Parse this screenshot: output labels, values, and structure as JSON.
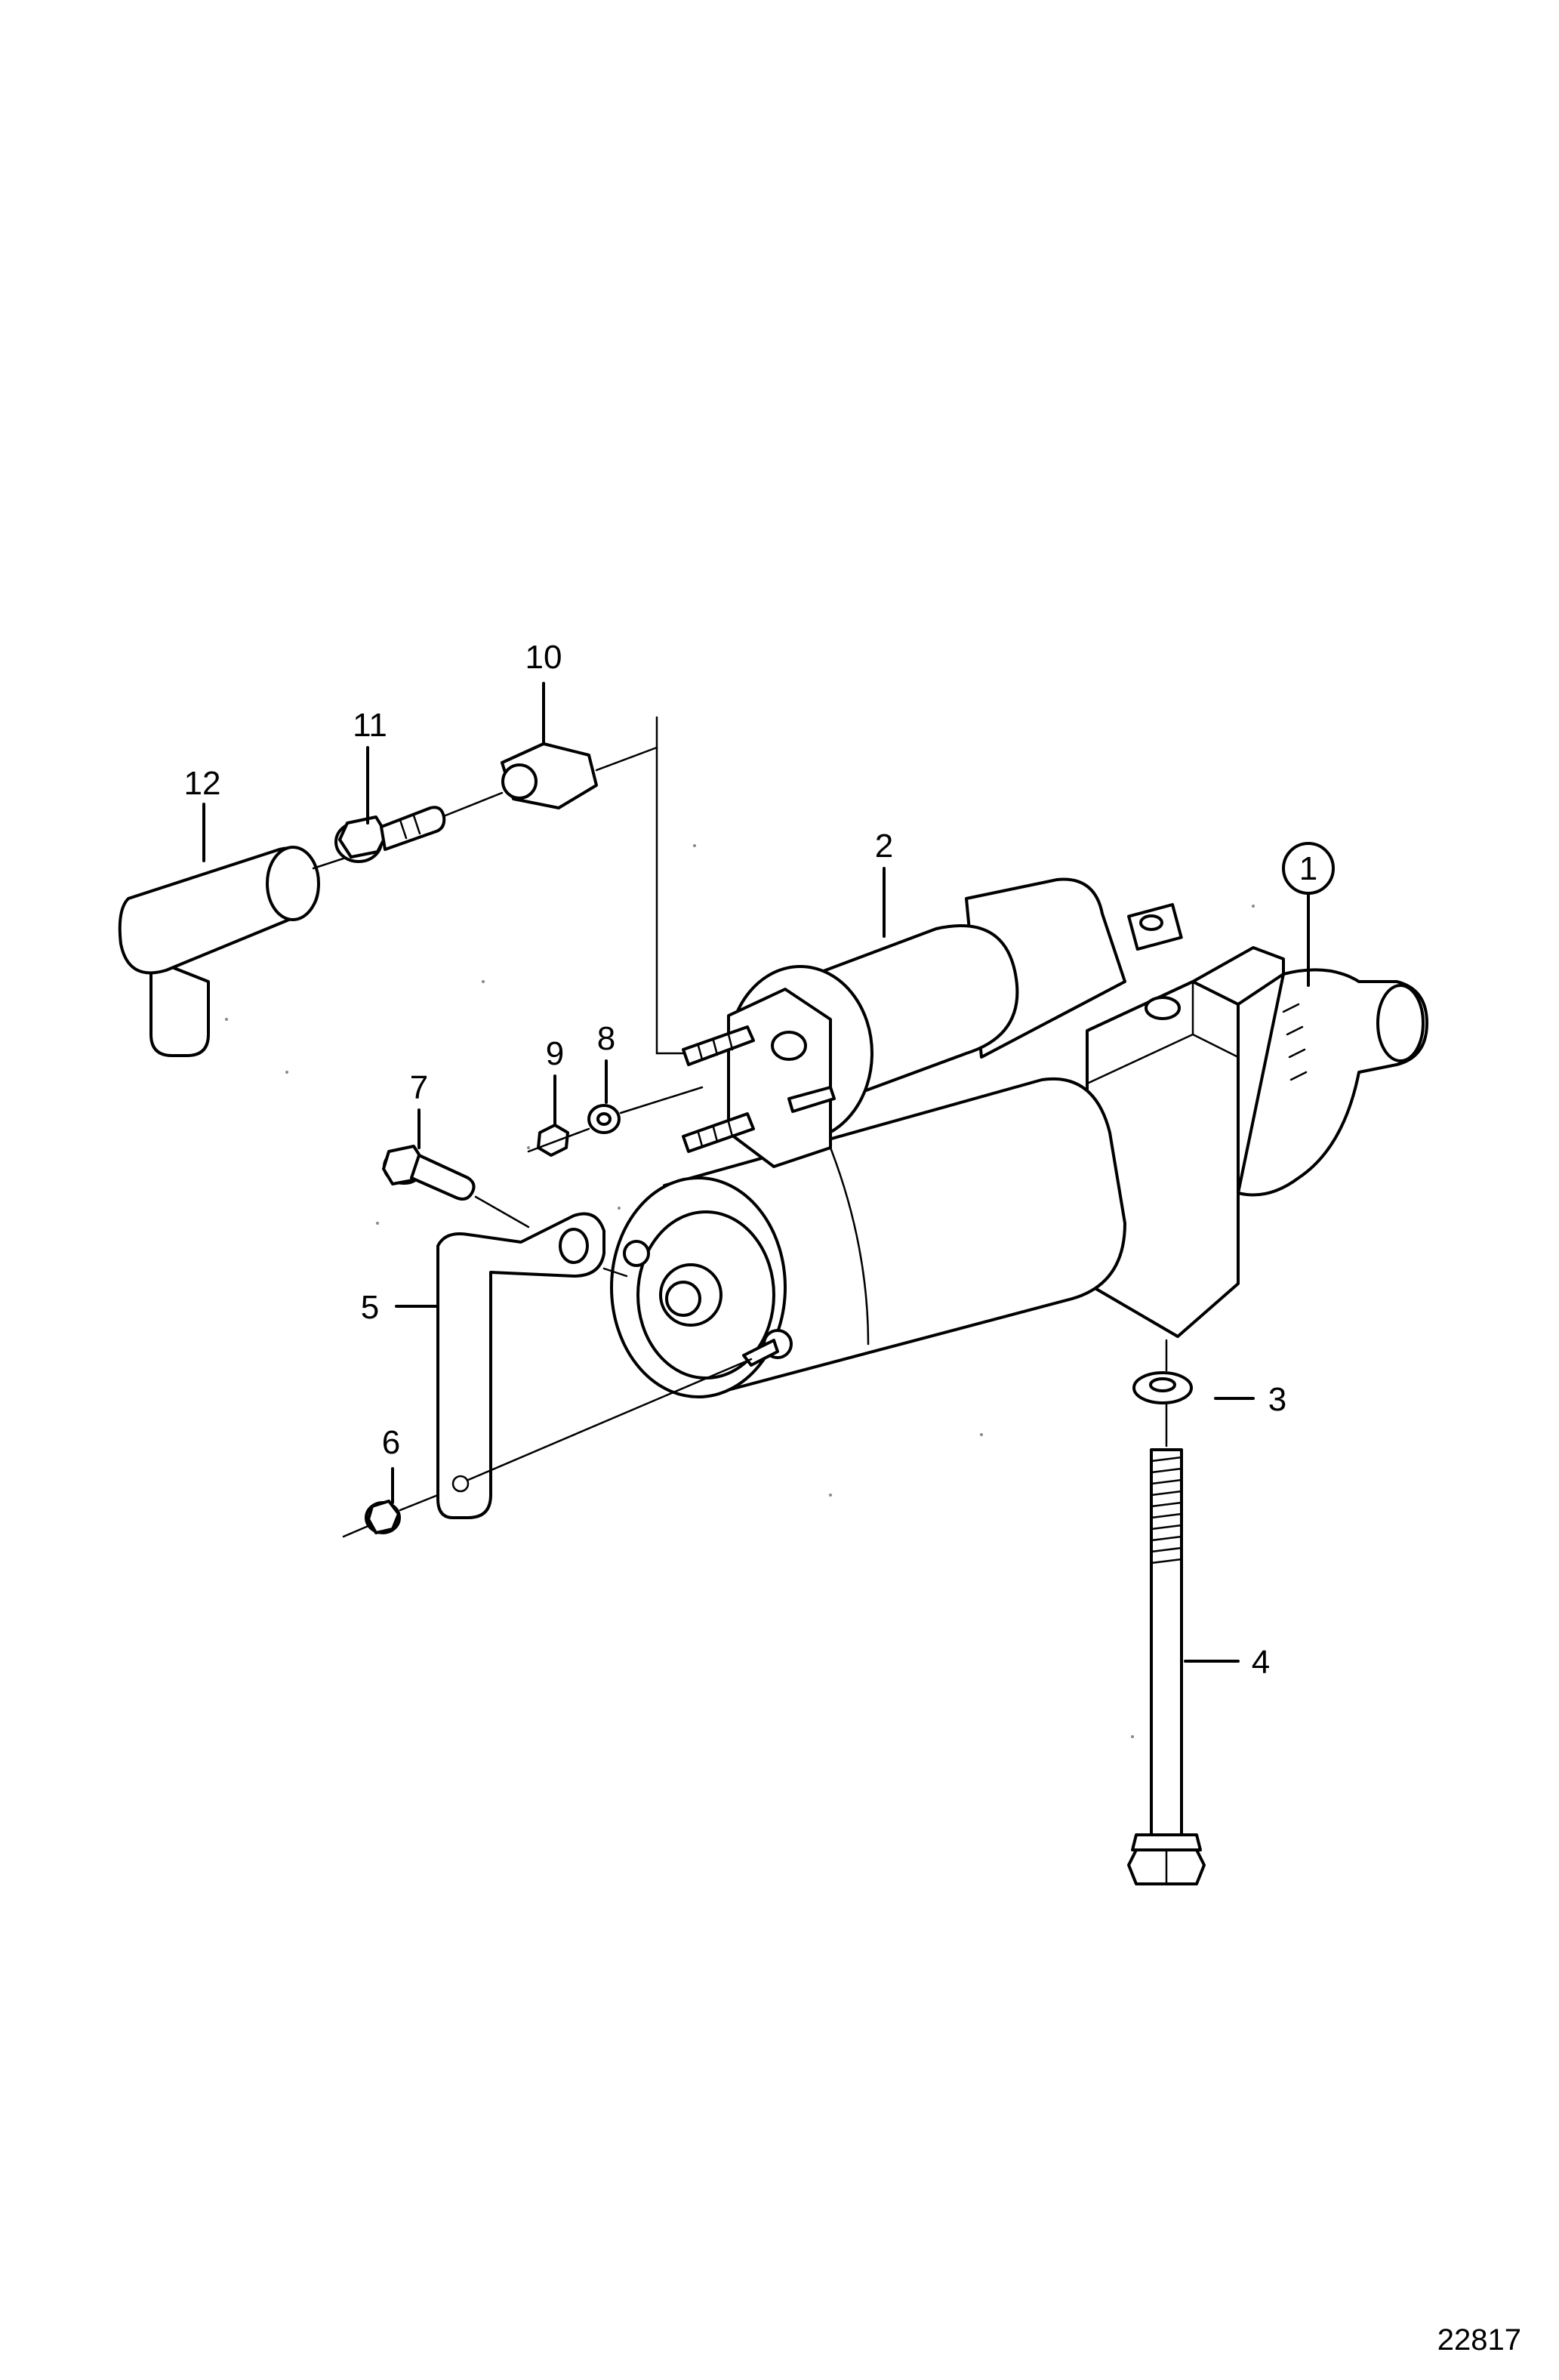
{
  "callouts": [
    {
      "id": "1",
      "label": "1"
    },
    {
      "id": "2",
      "label": "2"
    },
    {
      "id": "3",
      "label": "3"
    },
    {
      "id": "4",
      "label": "4"
    },
    {
      "id": "5",
      "label": "5"
    },
    {
      "id": "6",
      "label": "6"
    },
    {
      "id": "7",
      "label": "7"
    },
    {
      "id": "8",
      "label": "8"
    },
    {
      "id": "9",
      "label": "9"
    },
    {
      "id": "10",
      "label": "10"
    },
    {
      "id": "11",
      "label": "11"
    },
    {
      "id": "12",
      "label": "12"
    }
  ],
  "figure_number": "22817"
}
